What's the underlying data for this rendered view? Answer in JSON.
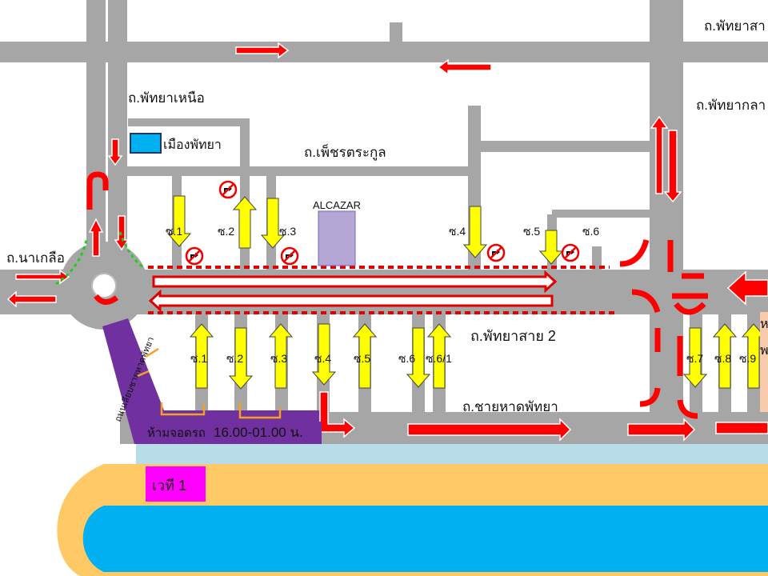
{
  "roads": {
    "pattaya_sai": "ถ.พัทยาสา",
    "pattaya_nuea": "ถ.พัทยาเหนือ",
    "pattaya_klang": "ถ.พัทยากลา",
    "phetcharat_trakul": "ถ.เพ็ชรตระกูล",
    "na_kluea": "ถ.นาเกลือ",
    "pattaya_sai_2": "ถ.พัทยาสาย 2",
    "chai_hat_pattaya": "ถ.ชายหาดพัทยา",
    "diagonal_road": "ถนนเลียบชายหาดพัทยา"
  },
  "landmarks": {
    "city_hall": "เมืองพัทยา",
    "alcazar": "ALCAZAR",
    "stage": "เวที 1",
    "edge_right_top": "ห",
    "edge_right_bottom": "พ"
  },
  "notice": {
    "no_parking": "ห้ามจอดรถ",
    "time_range": "16.00-01.00 น."
  },
  "soi_north": [
    "ซ.1",
    "ซ.2",
    "ซ.3",
    "ซ.4",
    "ซ.5",
    "ซ.6"
  ],
  "soi_south": [
    "ซ.1",
    "ซ.2",
    "ซ.3",
    "ซ.4",
    "ซ.5",
    "ซ.6",
    "ซ.6/1",
    "ซ.7",
    "ซ.8",
    "ซ.9"
  ],
  "colors": {
    "road": "#a6a6a6",
    "arrow_red": "#ff0000",
    "arrow_yellow": "#ffff00",
    "sea": "#00b0f0",
    "sand": "#ffc966",
    "shore": "#b7dde8",
    "purple": "#7030a0",
    "magenta": "#ff00ff",
    "landmark_purple": "#b4a7d6",
    "city_box": "#00b0f0"
  },
  "icons": {
    "no_turn_sign": "no-turn-sign-icon",
    "traffic_arrow": "arrow-icon"
  }
}
